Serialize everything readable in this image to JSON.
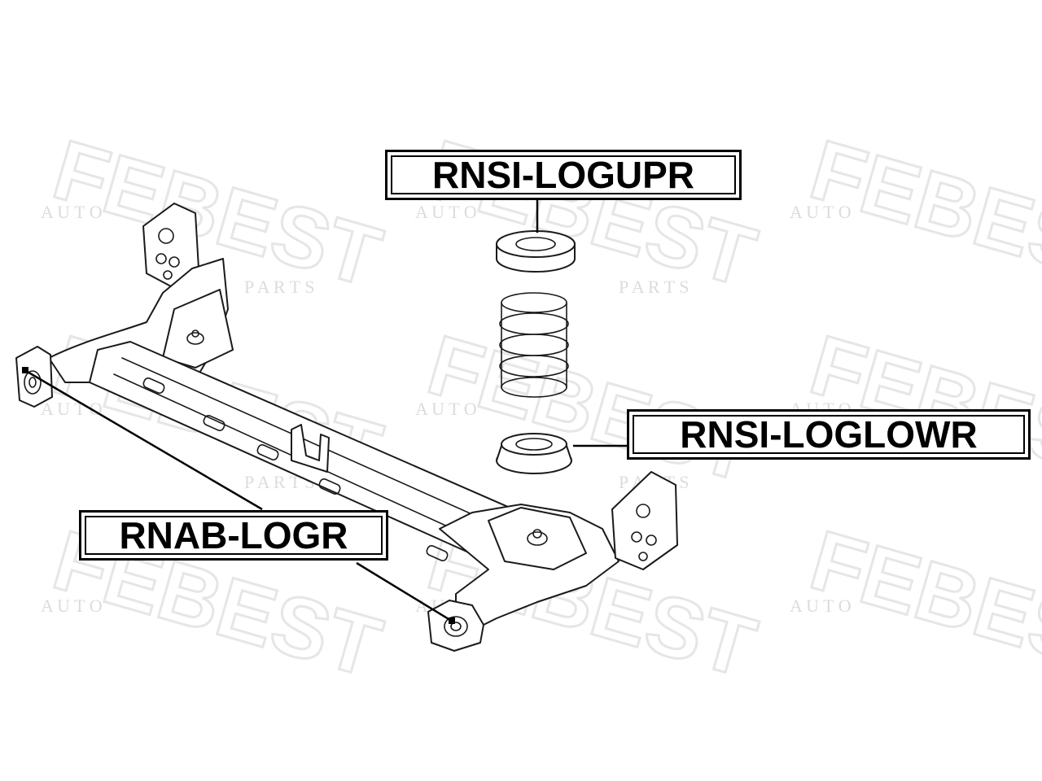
{
  "watermark": {
    "brand": "FEBEST",
    "tagline_top": "A U T O",
    "tagline_bottom": "P A R T S"
  },
  "labels": {
    "upper_spring_insulator": "RNSI-LOGUPR",
    "lower_spring_insulator": "RNSI-LOGLOWR",
    "arm_bushing": "RNAB-LOGR"
  },
  "colors": {
    "ink": "#000000",
    "watermark": "#e6e6e6",
    "background": "#ffffff"
  }
}
